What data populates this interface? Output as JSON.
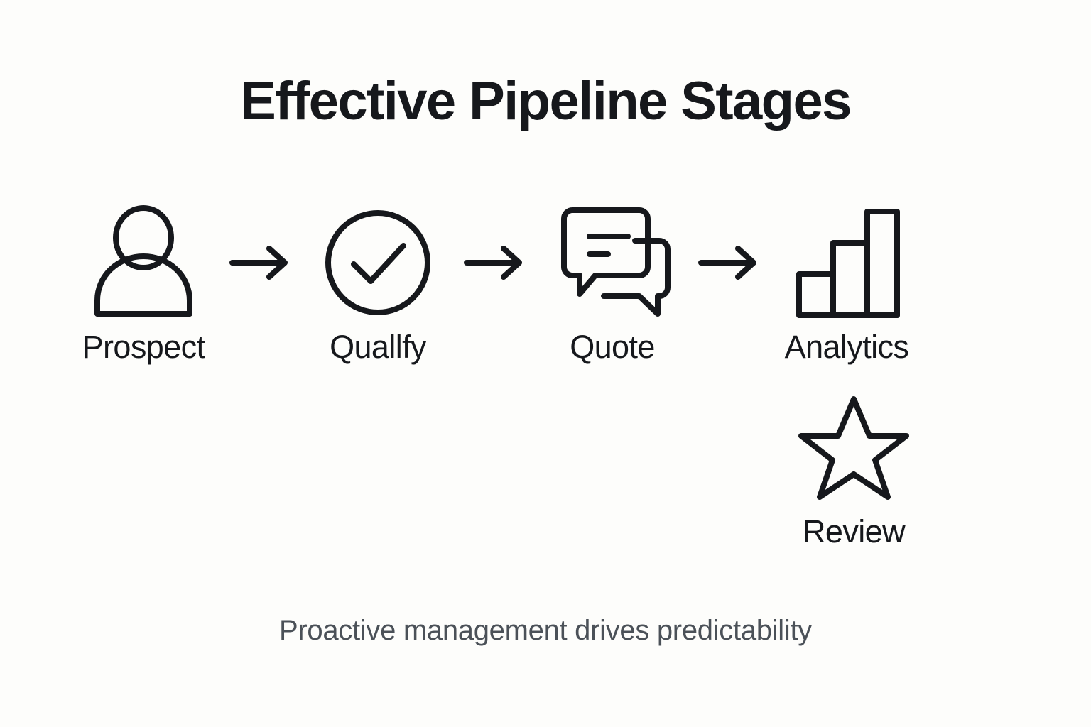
{
  "slide": {
    "title": "Effective Pipeline Stages",
    "caption": "Proactive management drives predictability",
    "background_color": "#fdfdfb",
    "ink_color": "#16181c",
    "caption_color": "#4b5158"
  },
  "stages": [
    {
      "label": "Prospect",
      "icon": "person-icon"
    },
    {
      "label": "Quallfy",
      "icon": "check-circle-icon"
    },
    {
      "label": "Quote",
      "icon": "chat-bubbles-icon"
    },
    {
      "label": "Analytics",
      "icon": "bar-chart-icon"
    },
    {
      "label": "Review",
      "icon": "star-icon"
    }
  ],
  "connectors": [
    {
      "icon": "arrow-right-icon"
    },
    {
      "icon": "arrow-right-icon"
    },
    {
      "icon": "arrow-right-icon"
    }
  ]
}
